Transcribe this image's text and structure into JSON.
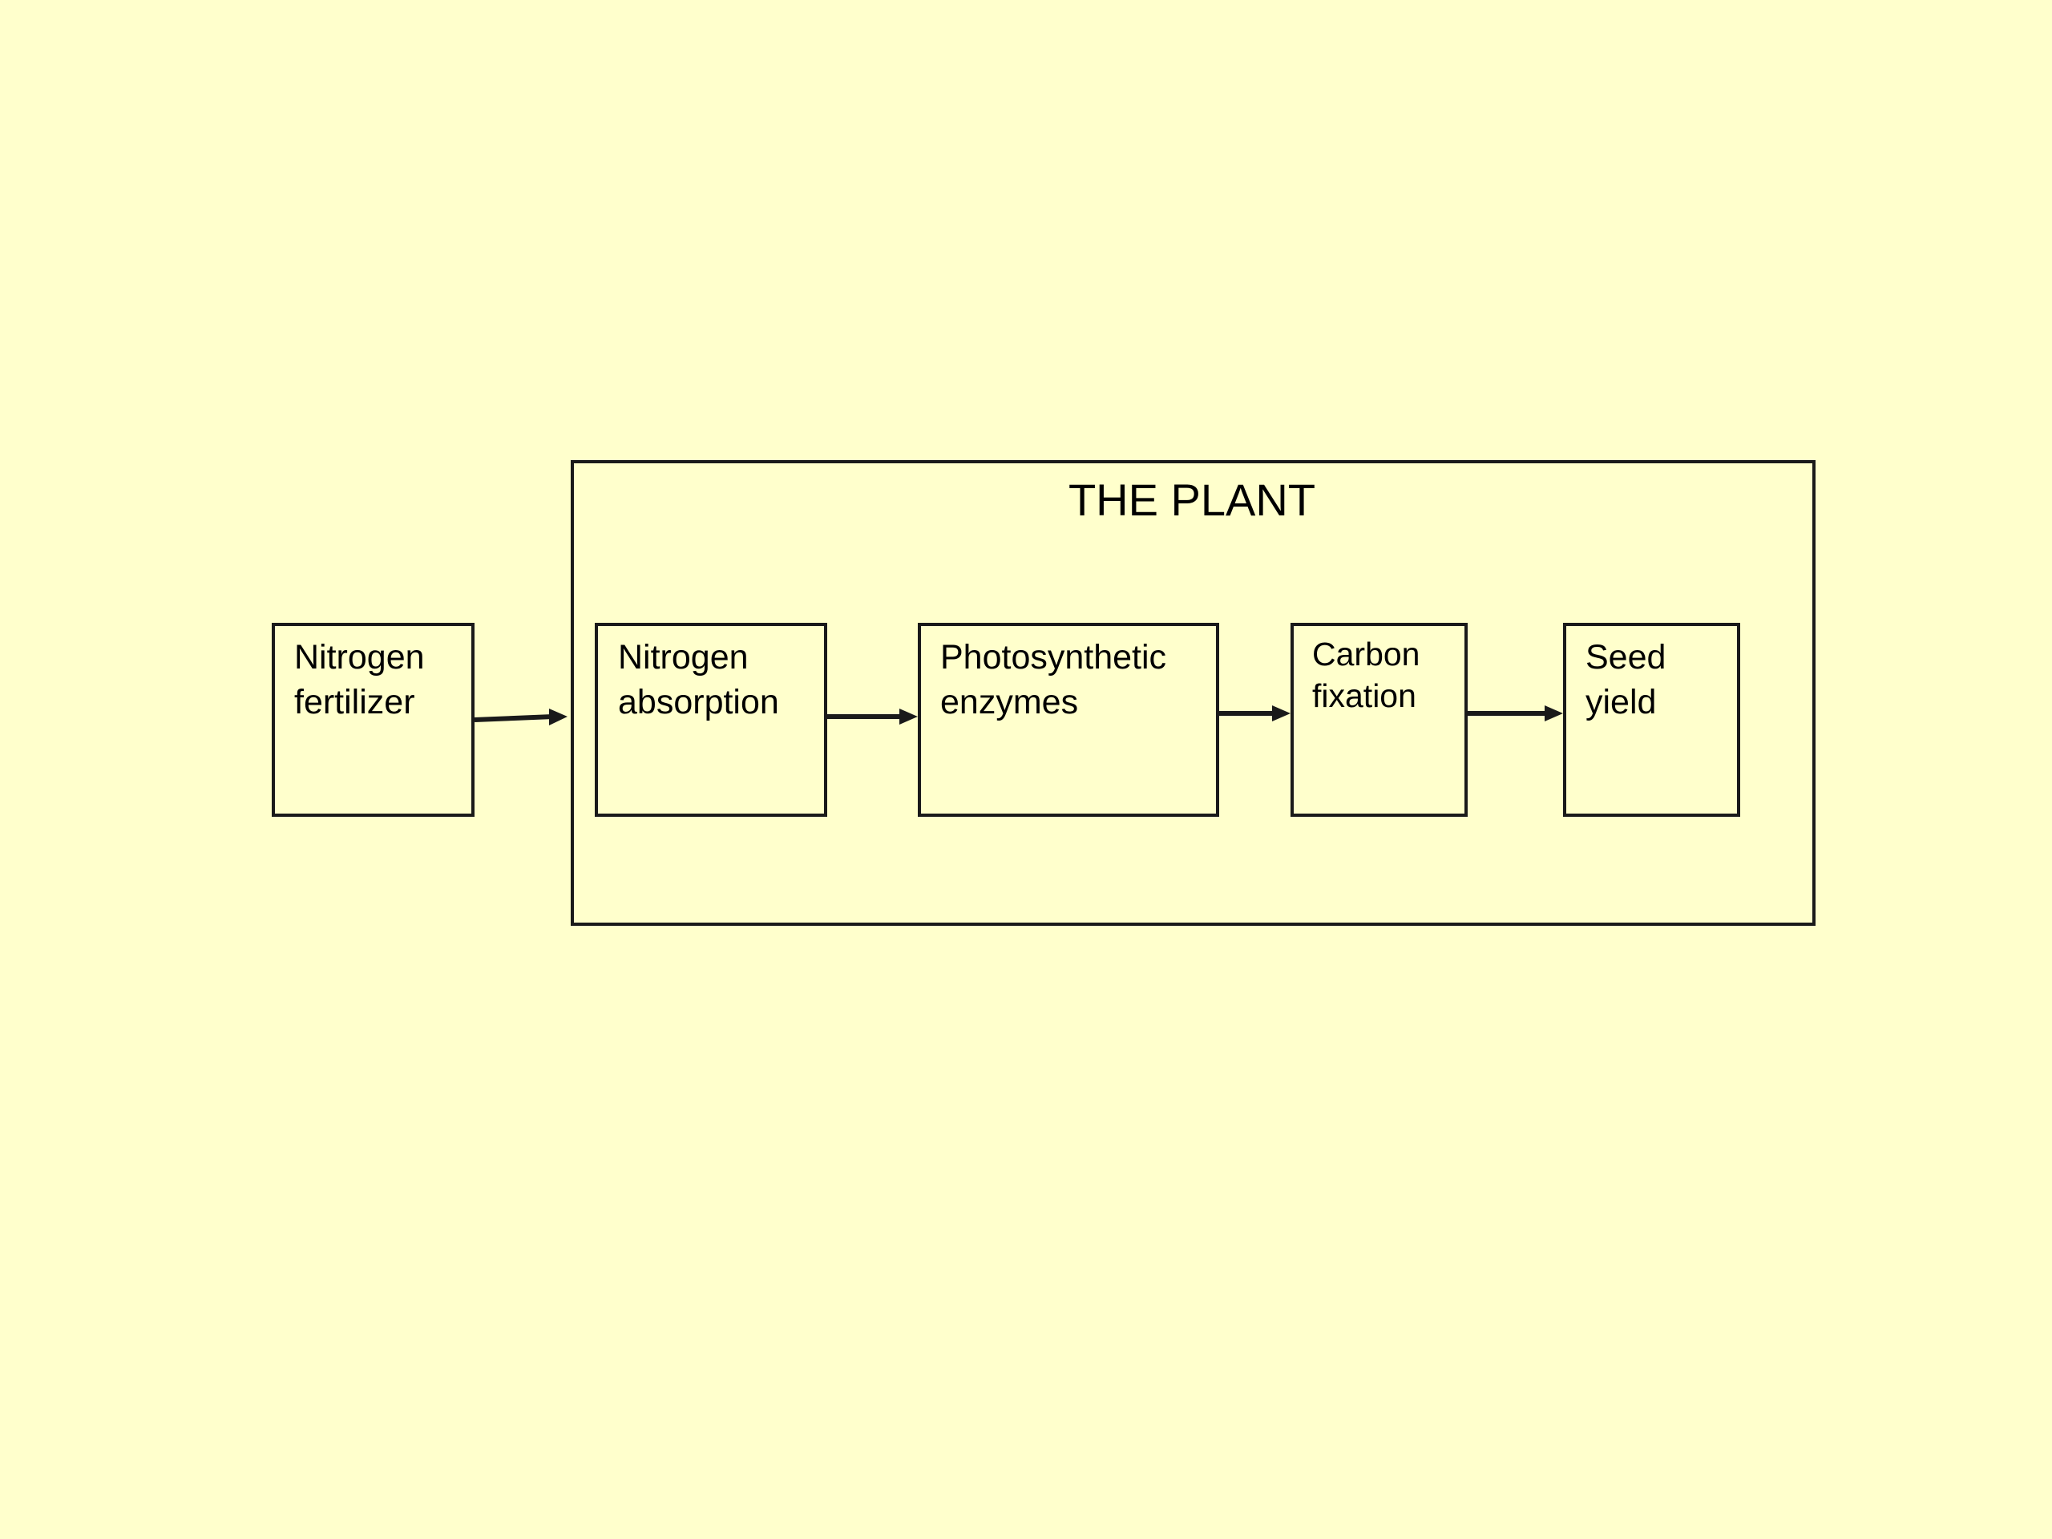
{
  "diagram": {
    "plant": {
      "title": "THE PLANT"
    },
    "input": {
      "line1": "Nitrogen",
      "line2": "fertilizer"
    },
    "steps": [
      {
        "line1": "Nitrogen",
        "line2": "absorption"
      },
      {
        "line1": "Photosynthetic",
        "line2": "enzymes"
      },
      {
        "line1": "Carbon",
        "line2": "fixation"
      },
      {
        "line1": "Seed",
        "line2": "yield"
      }
    ]
  },
  "colors": {
    "background": "#ffffcc",
    "stroke": "#1a1a1a"
  }
}
